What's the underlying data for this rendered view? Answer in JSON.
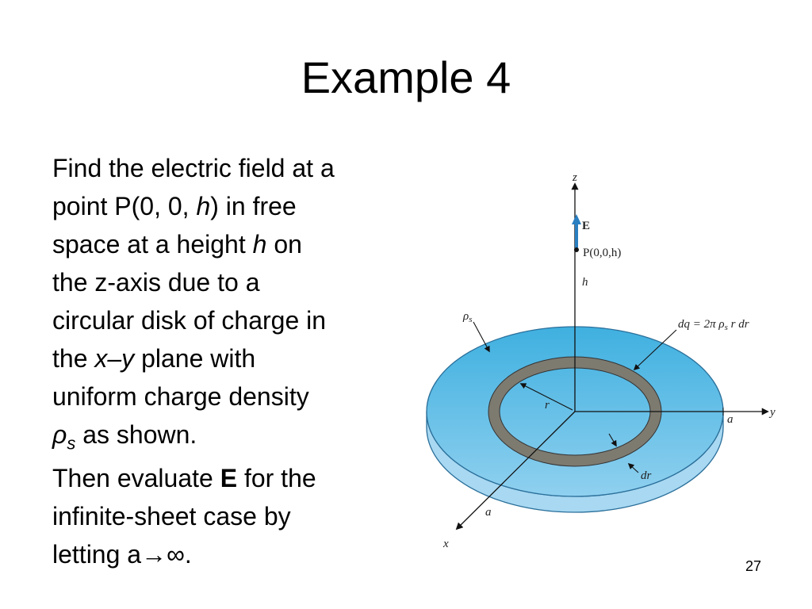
{
  "slide": {
    "title": "Example 4",
    "page_number": "27"
  },
  "text": {
    "p1_line1": "Find the electric field at a",
    "p1_line2a": "point P(0, 0, ",
    "p1_line2b": "h",
    "p1_line2c": ") in free",
    "p1_line3a": "space at a height ",
    "p1_line3b": "h",
    "p1_line3c": " on",
    "p1_line4": "the z-axis due to a",
    "p1_line5": "circular disk of charge in",
    "p1_line6a": "the ",
    "p1_line6b": "x–y",
    "p1_line6c": " plane with",
    "p1_line7": "uniform charge density",
    "p1_line8a": "ρ",
    "p1_line8b": "s",
    "p1_line8c": " as shown.",
    "p2_line1a": "Then evaluate ",
    "p2_line1b": "E",
    "p2_line1c": " for the",
    "p2_line2": "infinite-sheet case by",
    "p2_line3": "letting a→∞."
  },
  "diagram": {
    "z_label": "z",
    "y_label": "y",
    "x_label": "x",
    "e_label": "E",
    "point_label": "P(0,0,h)",
    "h_label": "h",
    "rho_label": "ρ",
    "rho_sub": "s",
    "dq_label": "dq = 2π ρ",
    "dq_sub": "s",
    "dq_tail": " r dr",
    "r_label": "r",
    "a_right_label": "a",
    "a_front_label": "a",
    "dr_label": "dr",
    "colors": {
      "disk_top": "#5bbde6",
      "disk_side": "#a8d8f2",
      "ring": "#7d7a70",
      "arrow_blue": "#2a7fc0"
    }
  }
}
